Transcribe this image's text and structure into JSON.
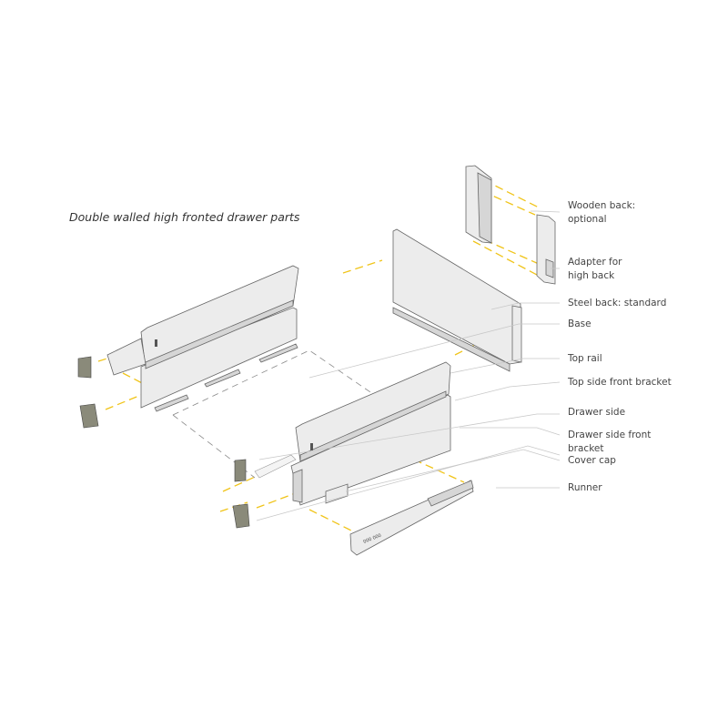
{
  "title": "Double walled high fronted drawer parts",
  "labels": {
    "wooden_back_1": "Wooden back:",
    "wooden_back_2": "optional",
    "adapter_1": "Adapter for",
    "adapter_2": "high back",
    "steel_back": "Steel back: standard",
    "base": "Base",
    "top_rail": "Top rail",
    "top_side_front_bracket": "Top side front bracket",
    "drawer_side": "Drawer side",
    "drawer_side_front_1": "Drawer side front",
    "drawer_side_front_2": "bracket",
    "cover_cap": "Cover cap",
    "runner": "Runner"
  },
  "colors": {
    "assembly_line": "#f0c419",
    "leader_line": "#c8c8c8",
    "part_fill": "#ececec"
  }
}
